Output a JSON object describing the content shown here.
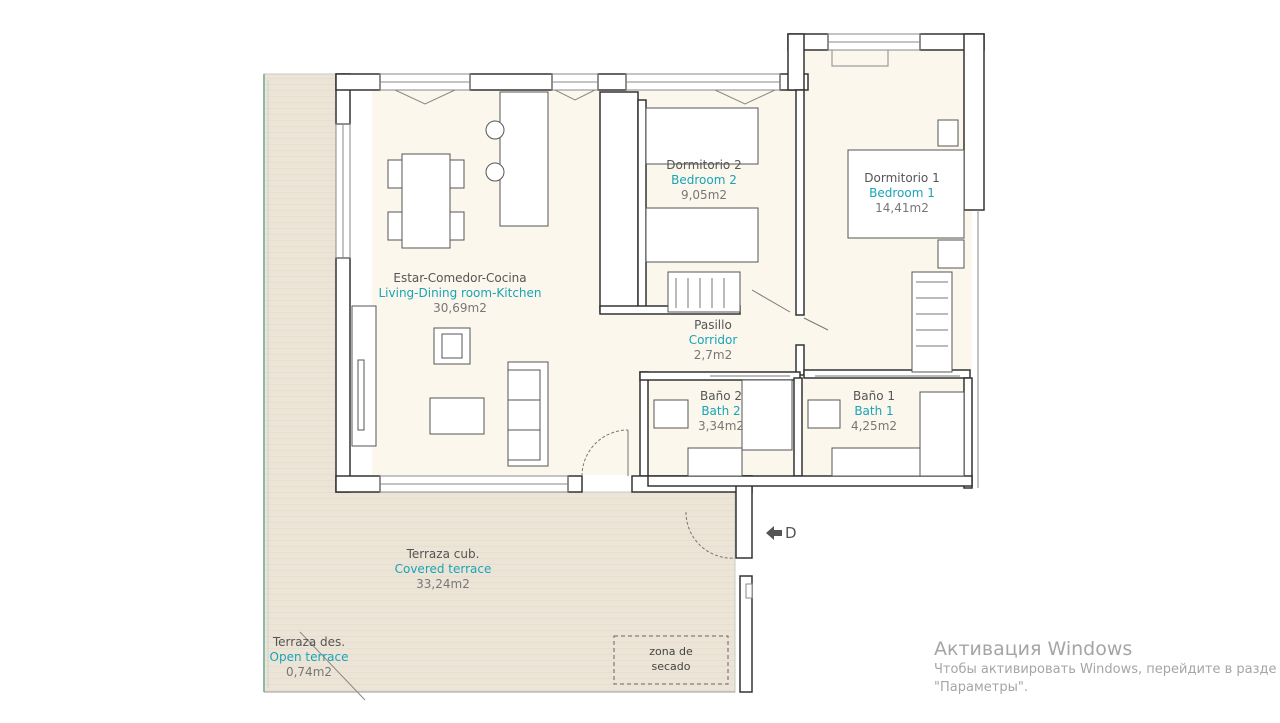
{
  "rooms": {
    "living": {
      "es": "Estar-Comedor-Cocina",
      "en": "Living-Dining room-Kitchen",
      "area": "30,69m2"
    },
    "bedroom2": {
      "es": "Dormitorio 2",
      "en": "Bedroom 2",
      "area": "9,05m2"
    },
    "bedroom1": {
      "es": "Dormitorio 1",
      "en": "Bedroom 1",
      "area": "14,41m2"
    },
    "corridor": {
      "es": "Pasillo",
      "en": "Corridor",
      "area": "2,7m2"
    },
    "bath2": {
      "es": "Baño 2",
      "en": "Bath 2",
      "area": "3,34m2"
    },
    "bath1": {
      "es": "Baño 1",
      "en": "Bath 1",
      "area": "4,25m2"
    },
    "covered_terrace": {
      "es": "Terraza cub.",
      "en": "Covered terrace",
      "area": "33,24m2"
    },
    "open_terrace": {
      "es": "Terraza des.",
      "en": "Open terrace",
      "area": "0,74m2"
    }
  },
  "drying_zone": {
    "line1": "zona de",
    "line2": "secado"
  },
  "entrance": {
    "label": "D",
    "icon": "arrow-left-icon"
  },
  "watermark": {
    "title": "Активация Windows",
    "line1": "Чтобы активировать Windows, перейдите в разде",
    "line2": "\"Параметры\"."
  },
  "colors": {
    "wall": "#ffffff",
    "wall_stroke": "#333333",
    "floor": "#fbf7ec",
    "terrace": "#ece4d6",
    "accent_text": "#19a4b8"
  }
}
